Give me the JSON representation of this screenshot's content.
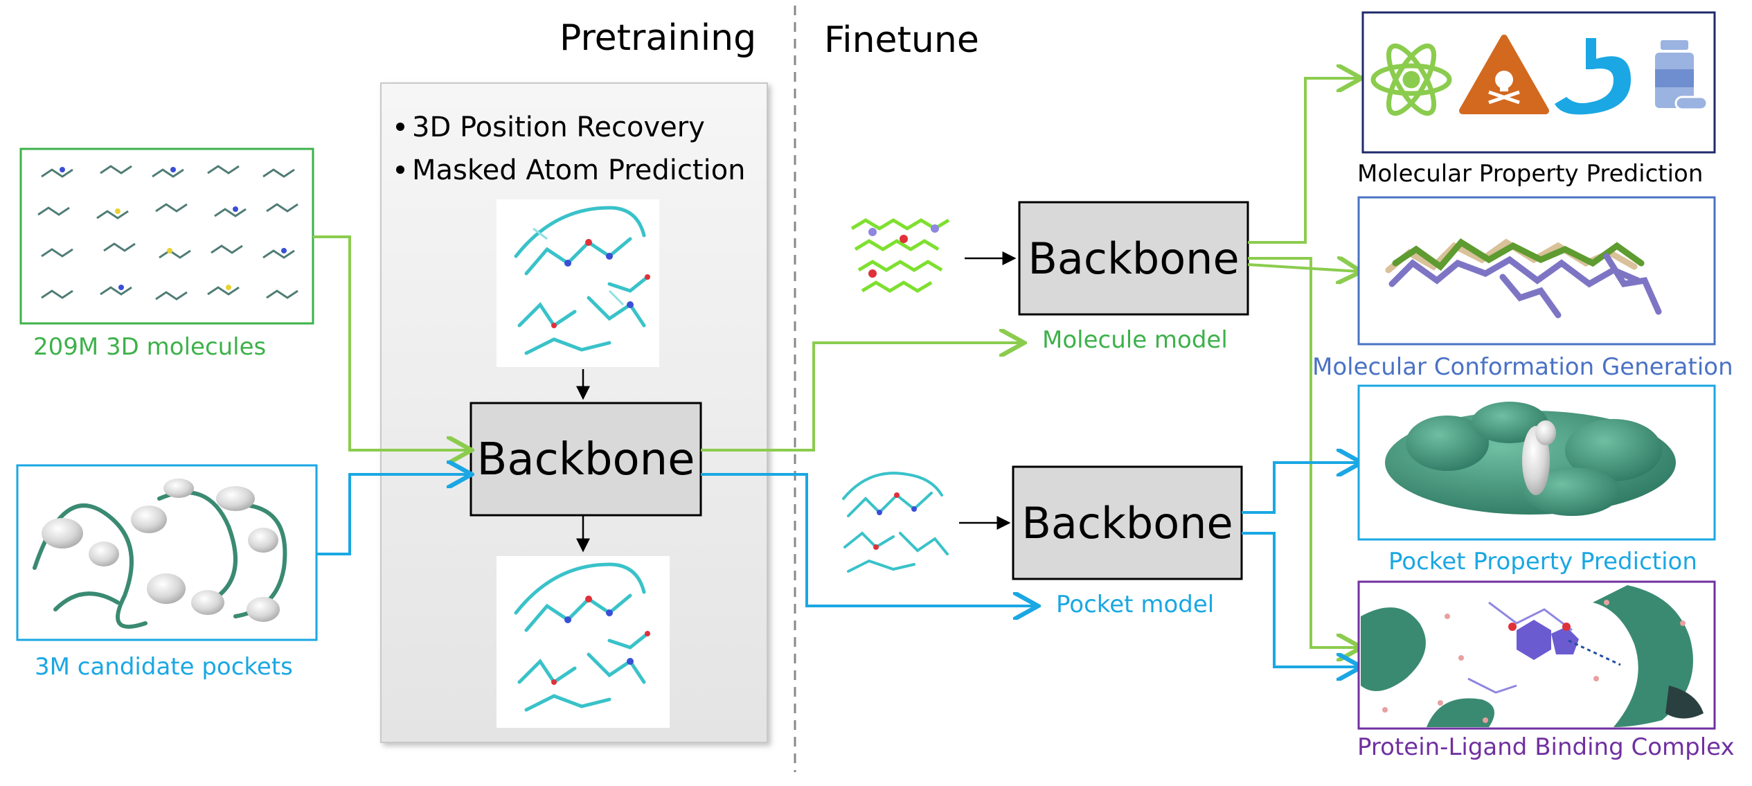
{
  "headers": {
    "pretraining": "Pretraining",
    "finetune": "Finetune"
  },
  "inputs": {
    "molecules_label": "209M 3D molecules",
    "pockets_label": "3M candidate pockets"
  },
  "pretrain": {
    "task1": "3D Position Recovery",
    "task2": "Masked Atom Prediction",
    "backbone": "Backbone"
  },
  "finetune": {
    "molecule_backbone": "Backbone",
    "pocket_backbone": "Backbone",
    "molecule_model": "Molecule model",
    "pocket_model": "Pocket model"
  },
  "outputs": {
    "prop_label": "Molecular Property Prediction",
    "conf_label": "Molecular Conformation Generation",
    "pocketprop_label": "Pocket Property Prediction",
    "complex_label": "Protein-Ligand Binding Complex"
  },
  "colors": {
    "green": "#8bcc4e",
    "blue": "#1aa7e3",
    "molecule_label_green": "#3db14a",
    "pocket_label_blue": "#1aa7e3",
    "conf_label_blue": "#4a72c4",
    "complex_purple": "#7030a0",
    "prop_border_navy": "#1f2a6b",
    "backbone_fill": "#d9d9d9",
    "protein_teal": "#3a8a72"
  },
  "icons": [
    "atom-icon",
    "toxicity-icon",
    "stomach-icon",
    "medicine-bottle-icon"
  ]
}
